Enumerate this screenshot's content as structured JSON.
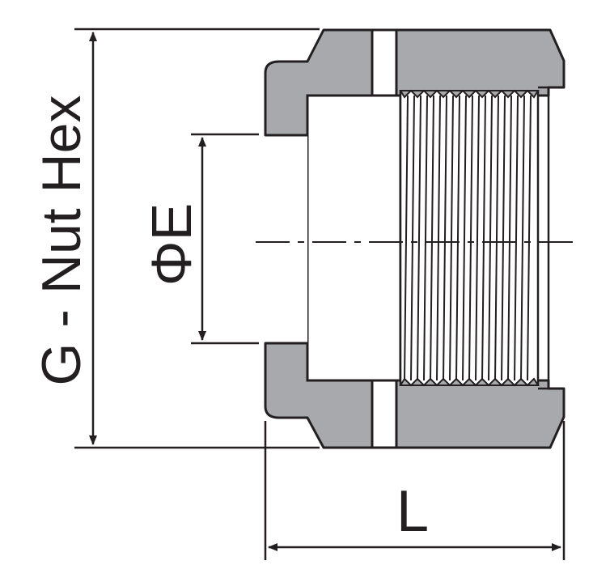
{
  "labels": {
    "nut_hex": "G - Nut Hex",
    "diameter": "ΦE",
    "length": "L"
  },
  "colors": {
    "fill": "#a7a9ac",
    "line": "#231f20",
    "background": "#ffffff"
  }
}
